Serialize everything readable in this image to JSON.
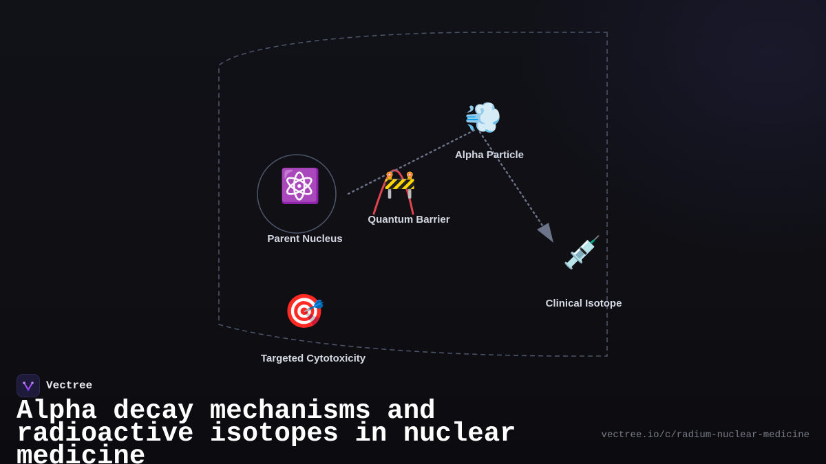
{
  "diagram": {
    "nodes": [
      {
        "id": "parent-nucleus",
        "label": "Parent Nucleus",
        "icon": "atom-symbol-icon",
        "glyph": "⚛️"
      },
      {
        "id": "quantum-barrier",
        "label": "Quantum Barrier",
        "icon": "construction-barrier-icon",
        "glyph": "🚧"
      },
      {
        "id": "alpha-particle",
        "label": "Alpha Particle",
        "icon": "dash-wind-icon",
        "glyph": "💨"
      },
      {
        "id": "clinical-isotope",
        "label": "Clinical Isotope",
        "icon": "syringe-icon",
        "glyph": "💉"
      },
      {
        "id": "targeted-cytotoxicity",
        "label": "Targeted Cytotoxicity",
        "icon": "direct-hit-target-icon",
        "glyph": "🎯"
      }
    ],
    "edges": [
      {
        "from": "parent-nucleus",
        "to": "alpha-particle",
        "style": "dotted"
      },
      {
        "from": "alpha-particle",
        "to": "clinical-isotope",
        "style": "dotted-arrow"
      }
    ],
    "colors": {
      "edge": "#6b7488",
      "group_border": "#4a5468",
      "barrier_curve": "#e0454f",
      "nucleus_ring": "#4a5468"
    }
  },
  "brand": {
    "name": "Vectree",
    "logo_icon": "vectree-logo-icon",
    "accent": "#a855f7"
  },
  "title": "Alpha decay mechanisms and radioactive isotopes in nuclear medicine",
  "url": "vectree.io/c/radium-nuclear-medicine"
}
